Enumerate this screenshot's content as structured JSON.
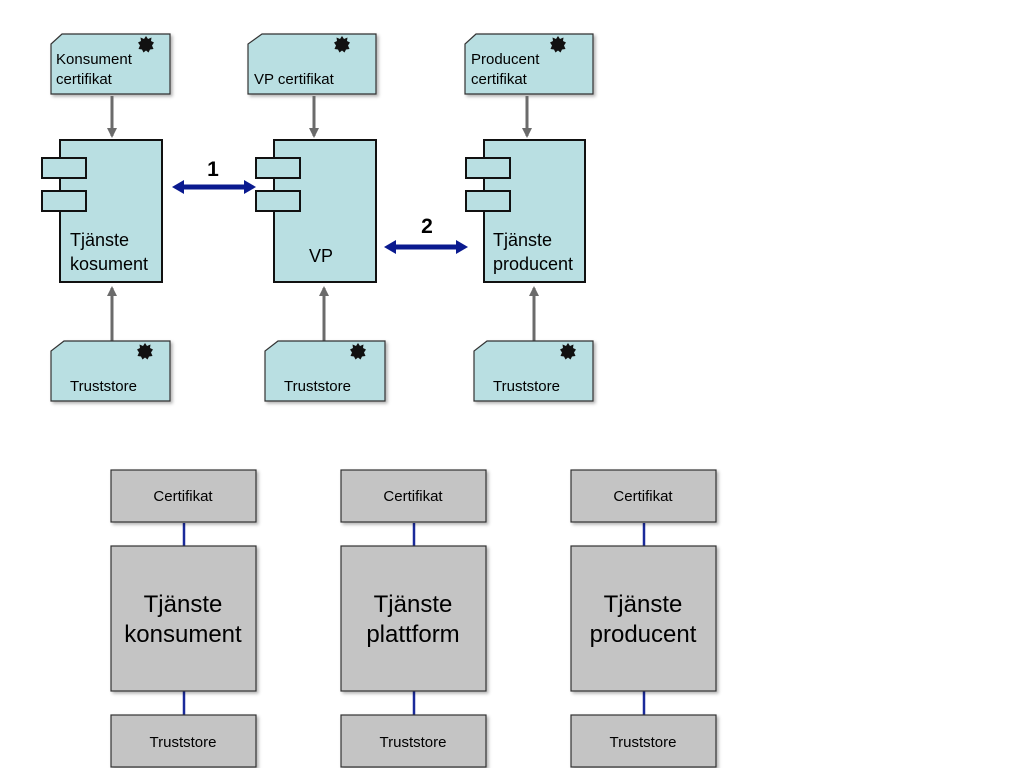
{
  "colors": {
    "component_fill": "#b9dfe2",
    "grey_fill": "#c4c4c4",
    "arrow_grey": "#6b6b6b",
    "arrow_blue": "#0a1a8f",
    "connector_blue": "#1a2a9a"
  },
  "top": {
    "certs": {
      "consumer": [
        "Konsument",
        "certifikat"
      ],
      "vp": "VP certifikat",
      "producer": [
        "Producent",
        "certifikat"
      ]
    },
    "components": {
      "consumer": [
        "Tjänste",
        "kosument"
      ],
      "vp": "VP",
      "producer": [
        "Tjänste",
        "producent"
      ]
    },
    "truststore_label": "Truststore",
    "connection_labels": {
      "first": "1",
      "second": "2"
    }
  },
  "bottom": {
    "columns": [
      {
        "certificate": "Certifikat",
        "service": [
          "Tjänste",
          "konsument"
        ],
        "truststore": "Truststore"
      },
      {
        "certificate": "Certifikat",
        "service": [
          "Tjänste",
          "plattform"
        ],
        "truststore": "Truststore"
      },
      {
        "certificate": "Certifikat",
        "service": [
          "Tjänste",
          "producent"
        ],
        "truststore": "Truststore"
      }
    ]
  },
  "icons": {
    "seal": "seal-star-icon",
    "component_ports": "component-port-icon"
  }
}
